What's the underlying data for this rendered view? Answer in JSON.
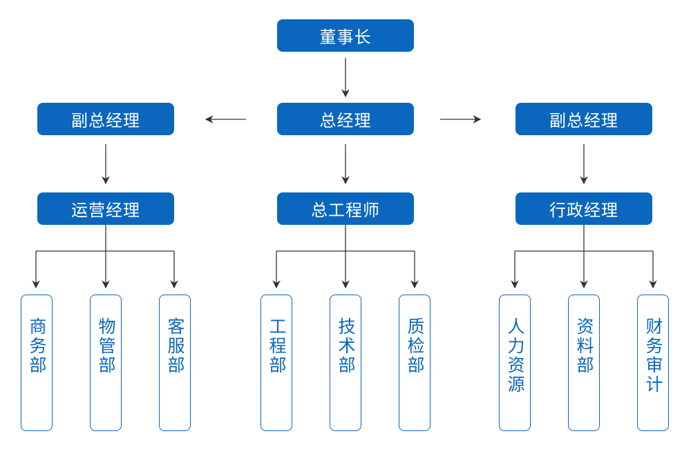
{
  "org": {
    "chairman": "董事长",
    "gm": "总经理",
    "vp_left": "副总经理",
    "vp_right": "副总经理",
    "ops_manager": "运营经理",
    "chief_engineer": "总工程师",
    "admin_manager": "行政经理"
  },
  "departments": {
    "ops": [
      "商务部",
      "物管部",
      "客服部"
    ],
    "engineering": [
      "工程部",
      "技术部",
      "质检部"
    ],
    "admin": [
      "人力资源",
      "资料部",
      "财务审计"
    ]
  },
  "colors": {
    "node_fill": "#0a67bd",
    "node_text": "#ffffff",
    "line": "#333333"
  }
}
